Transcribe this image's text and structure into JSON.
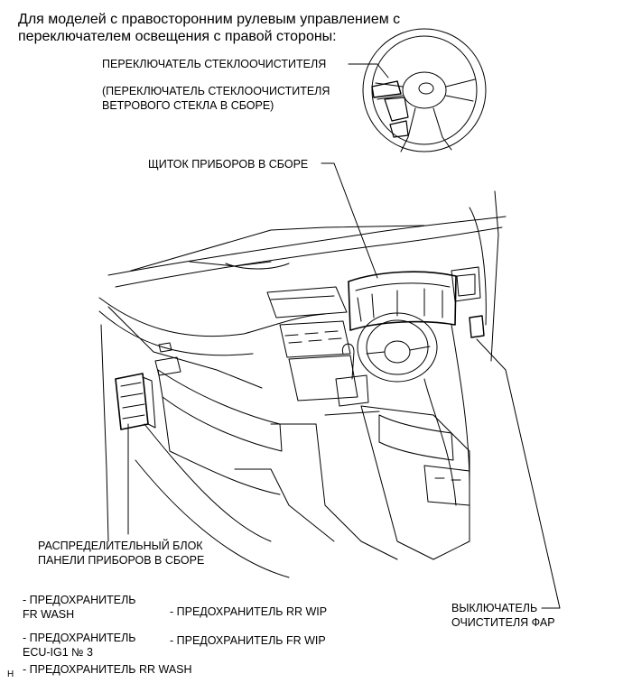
{
  "heading": {
    "line1": "Для моделей с правосторонним рулевым управлением с",
    "line2": "переключателем освещения с правой стороны:"
  },
  "callouts": {
    "wiper_switch": "ПЕРЕКЛЮЧАТЕЛЬ СТЕКЛООЧИСТИТЕЛЯ",
    "wiper_assy_1": "(ПЕРЕКЛЮЧАТЕЛЬ СТЕКЛООЧИСТИТЕЛЯ",
    "wiper_assy_2": "ВЕТРОВОГО СТЕКЛА В СБОРЕ)",
    "meter": "ЩИТОК ПРИБОРОВ В СБОРЕ",
    "junction_1": "РАСПРЕДЕЛИТЕЛЬНЫЙ БЛОК",
    "junction_2": "ПАНЕЛИ ПРИБОРОВ В СБОРЕ",
    "headlamp_cleaner_1": "ВЫКЛЮЧАТЕЛЬ",
    "headlamp_cleaner_2": "ОЧИСТИТЕЛЯ ФАР"
  },
  "fuses_left": [
    {
      "line1": "- ПРЕДОХРАНИТЕЛЬ",
      "line2": "FR WASH"
    },
    {
      "line1": "- ПРЕДОХРАНИТЕЛЬ",
      "line2": "ECU-IG1 № 3"
    },
    {
      "line1": "- ПРЕДОХРАНИТЕЛЬ RR WASH",
      "line2": ""
    }
  ],
  "fuses_right": [
    "- ПРЕДОХРАНИТЕЛЬ RR WIP",
    "- ПРЕДОХРАНИТЕЛЬ FR WIP"
  ],
  "corner_mark": "H"
}
